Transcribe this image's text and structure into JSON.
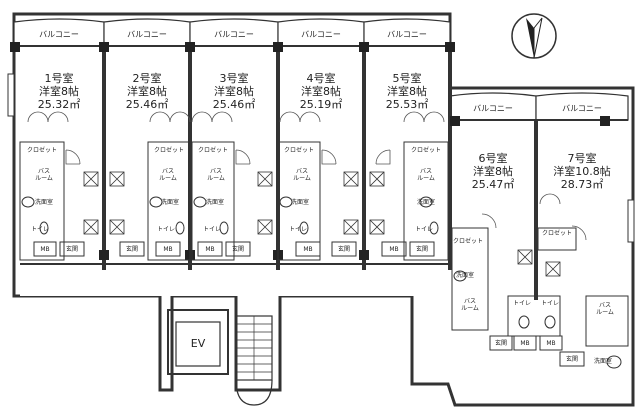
{
  "rooms": [
    {
      "name": "1号室",
      "type": "洋室8帖",
      "area": "25.32㎡"
    },
    {
      "name": "2号室",
      "type": "洋室8帖",
      "area": "25.46㎡"
    },
    {
      "name": "3号室",
      "type": "洋室8帖",
      "area": "25.46㎡"
    },
    {
      "name": "4号室",
      "type": "洋室8帖",
      "area": "25.19㎡"
    },
    {
      "name": "5号室",
      "type": "洋室8帖",
      "area": "25.53㎡"
    },
    {
      "name": "6号室",
      "type": "洋室8帖",
      "area": "25.47㎡"
    },
    {
      "name": "7号室",
      "type": "洋室10.8帖",
      "area": "28.73㎡"
    }
  ],
  "labels": {
    "balcony": "バルコニー",
    "closet": "クロゼット",
    "bath_line1": "バス",
    "bath_line2": "ルーム",
    "washroom": "洗面室",
    "toilet": "トイレ",
    "mb": "MB",
    "entrance": "玄関",
    "ev": "EV"
  },
  "icons": {
    "north": "north-arrow-icon"
  }
}
